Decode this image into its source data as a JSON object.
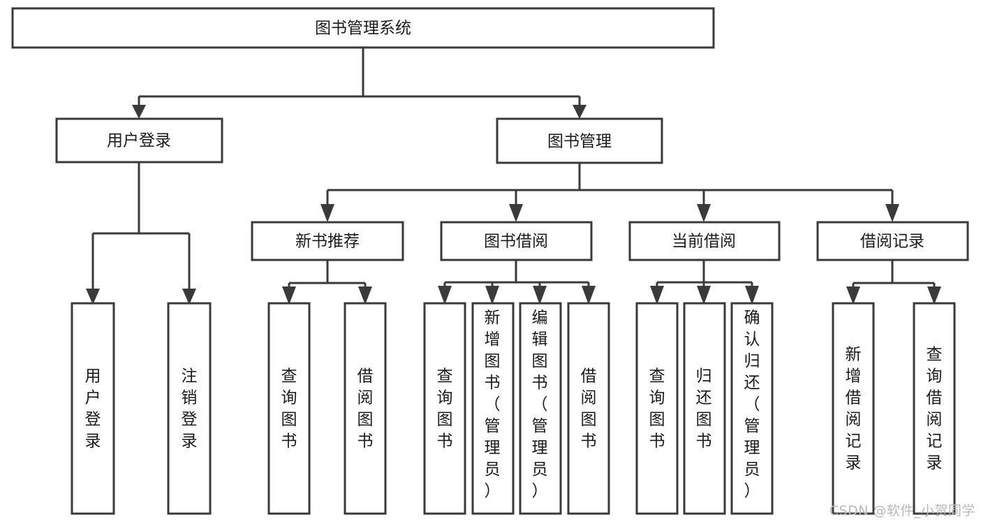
{
  "diagram": {
    "type": "tree-hierarchy",
    "title": "图书管理系统",
    "orientation": "top-down",
    "colors": {
      "box_stroke": "#3a3a3a",
      "box_fill": "#ffffff",
      "connector": "#3a3a3a",
      "text": "#1b1b1b",
      "background": "#ffffff",
      "watermark": "#b9b9b9"
    },
    "nodes": {
      "root": {
        "label": "图书管理系统",
        "level": 0,
        "orientation": "horizontal"
      },
      "l1": [
        {
          "id": "user-login",
          "label": "用户登录",
          "level": 1,
          "orientation": "horizontal"
        },
        {
          "id": "book-manage",
          "label": "图书管理",
          "level": 1,
          "orientation": "horizontal"
        }
      ],
      "l2": [
        {
          "id": "new-book-rec",
          "label": "新书推荐",
          "level": 2,
          "orientation": "horizontal",
          "parent": "book-manage"
        },
        {
          "id": "book-borrow",
          "label": "图书借阅",
          "level": 2,
          "orientation": "horizontal",
          "parent": "book-manage"
        },
        {
          "id": "current-borrow",
          "label": "当前借阅",
          "level": 2,
          "orientation": "horizontal",
          "parent": "book-manage"
        },
        {
          "id": "borrow-record",
          "label": "借阅记录",
          "level": 2,
          "orientation": "horizontal",
          "parent": "book-manage"
        }
      ],
      "leaves": [
        {
          "id": "leaf-user-login",
          "label": "用户登录",
          "parent": "user-login",
          "orientation": "vertical"
        },
        {
          "id": "leaf-user-logout",
          "label": "注销登录",
          "parent": "user-login",
          "orientation": "vertical"
        },
        {
          "id": "leaf-query-book-1",
          "label": "查询图书",
          "parent": "new-book-rec",
          "orientation": "vertical"
        },
        {
          "id": "leaf-borrow-book-1",
          "label": "借阅图书",
          "parent": "new-book-rec",
          "orientation": "vertical"
        },
        {
          "id": "leaf-query-book-2",
          "label": "查询图书",
          "parent": "book-borrow",
          "orientation": "vertical"
        },
        {
          "id": "leaf-add-book",
          "label": "新增图书（管理员）",
          "parent": "book-borrow",
          "orientation": "vertical"
        },
        {
          "id": "leaf-edit-book",
          "label": "编辑图书（管理员）",
          "parent": "book-borrow",
          "orientation": "vertical"
        },
        {
          "id": "leaf-borrow-book-2",
          "label": "借阅图书",
          "parent": "book-borrow",
          "orientation": "vertical"
        },
        {
          "id": "leaf-query-book-3",
          "label": "查询图书",
          "parent": "current-borrow",
          "orientation": "vertical"
        },
        {
          "id": "leaf-return-book",
          "label": "归还图书",
          "parent": "current-borrow",
          "orientation": "vertical"
        },
        {
          "id": "leaf-confirm-return",
          "label": "确认归还（管理员）",
          "parent": "current-borrow",
          "orientation": "vertical"
        },
        {
          "id": "leaf-add-record",
          "label": "新增借阅记录",
          "parent": "borrow-record",
          "orientation": "vertical"
        },
        {
          "id": "leaf-query-record",
          "label": "查询借阅记录",
          "parent": "borrow-record",
          "orientation": "vertical"
        }
      ]
    }
  },
  "watermark": {
    "text": "CSDN @软件_小贺同学"
  }
}
